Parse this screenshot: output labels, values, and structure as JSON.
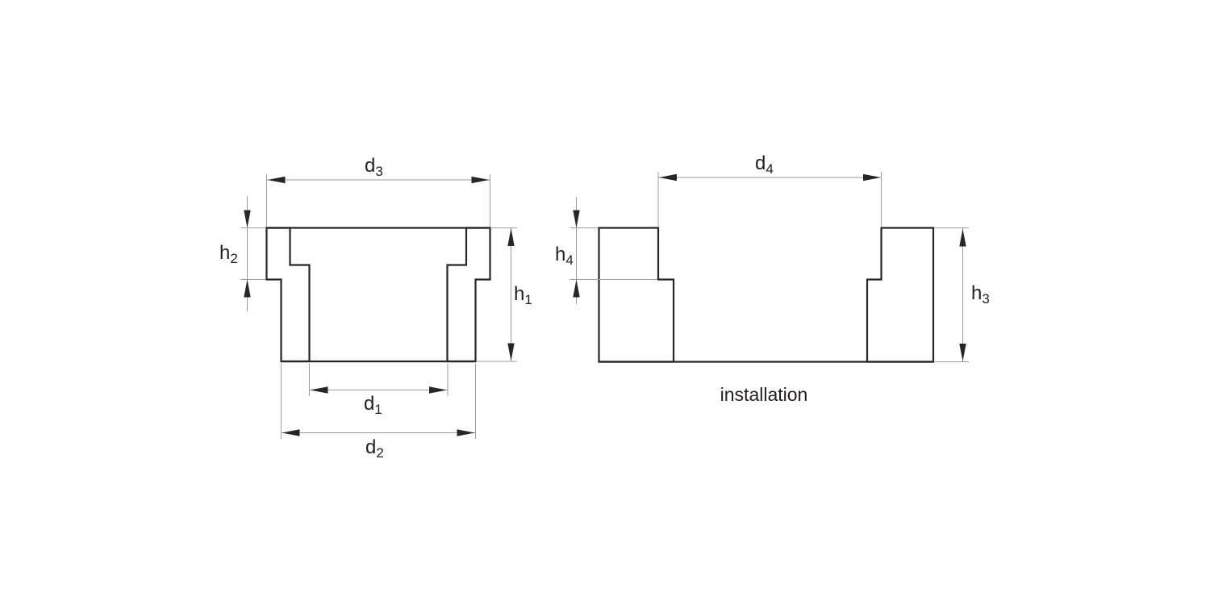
{
  "drawing": {
    "caption": "installation",
    "colors": {
      "outline": "#262626",
      "thin_line": "#9e9e9e",
      "text": "#231f20",
      "background": "#ffffff"
    },
    "labels": {
      "d1": {
        "base": "d",
        "sub": "1"
      },
      "d2": {
        "base": "d",
        "sub": "2"
      },
      "d3": {
        "base": "d",
        "sub": "3"
      },
      "d4": {
        "base": "d",
        "sub": "4"
      },
      "h1": {
        "base": "h",
        "sub": "1"
      },
      "h2": {
        "base": "h",
        "sub": "2"
      },
      "h3": {
        "base": "h",
        "sub": "3"
      },
      "h4": {
        "base": "h",
        "sub": "4"
      }
    }
  }
}
